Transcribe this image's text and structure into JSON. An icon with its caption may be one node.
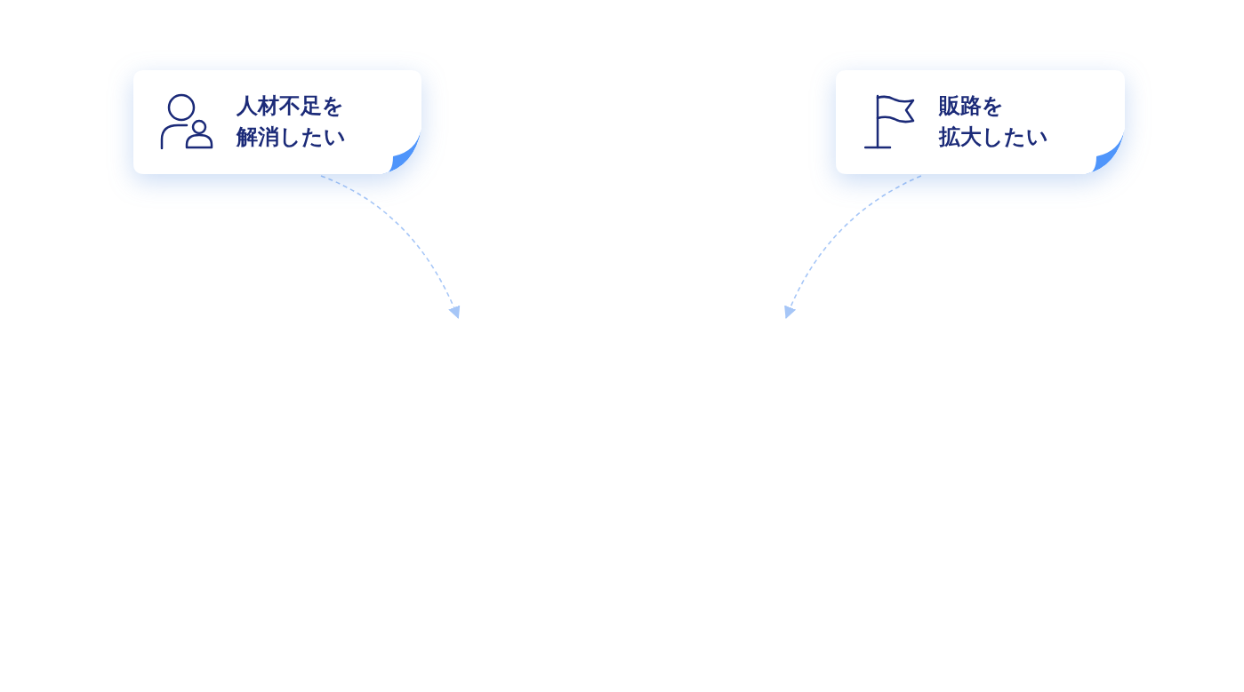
{
  "diagram": {
    "nodes": [
      {
        "text": [
          "人材不足を解消したい"
        ]
      },
      {
        "text": [
          "販路を拡大したい"
        ]
      }
    ],
    "edges": [
      {
        "from": 0,
        "to": null,
        "arrow": "to",
        "style": "dashed"
      },
      {
        "from": 1,
        "to": null,
        "arrow": "to",
        "style": "dashed"
      }
    ]
  }
}
